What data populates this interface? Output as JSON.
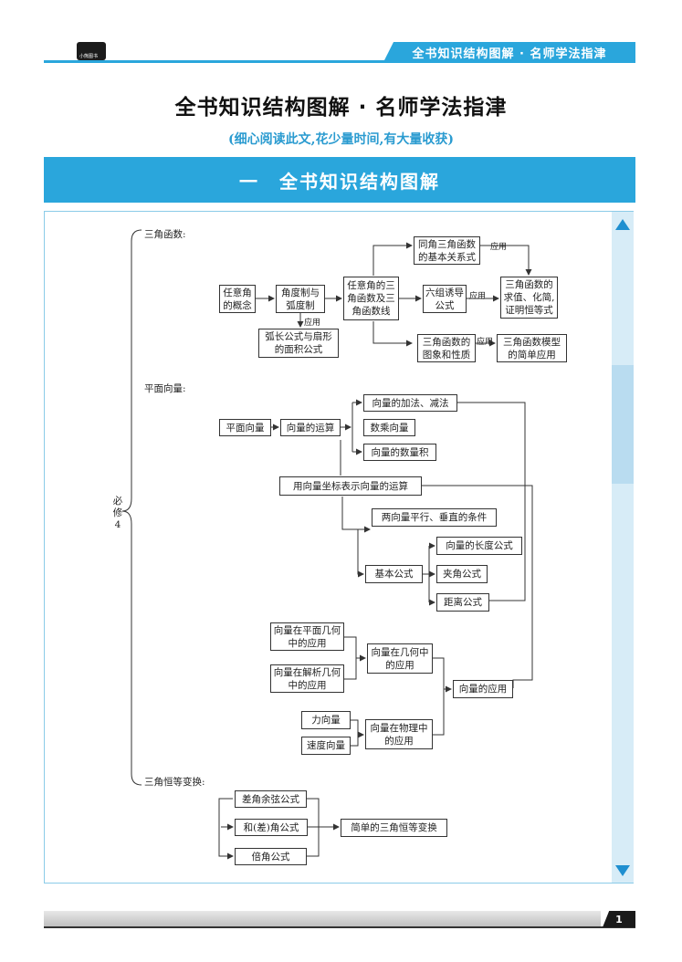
{
  "header": {
    "band_text": "全书知识结构图解 · 名师学法指津",
    "logo_text": "小熊图书"
  },
  "title": "全书知识结构图解 · 名师学法指津",
  "subtitle": "(细心阅读此文,花少量时间,有大量收获)",
  "section_banner": "一　全书知识结构图解",
  "brace_label": "必修4",
  "sections": {
    "trig": "三角函数:",
    "vector": "平面向量:",
    "identity": "三角恒等变换:"
  },
  "trig_nodes": {
    "arbitrary_angle": "任意角的概念",
    "degree_radian": "角度制与弧度制",
    "arc_formula": "弧长公式与扇形的面积公式",
    "trig_def": "任意角的三角函数及三角函数线",
    "same_angle": "同角三角函数的基本关系式",
    "induction": "六组诱导公式",
    "eval": "三角函数的求值、化简,证明恒等式",
    "graph_props": "三角函数的图象和性质",
    "simple_app": "三角函数模型的简单应用"
  },
  "vector_nodes": {
    "plane_vector": "平面向量",
    "vector_ops": "向量的运算",
    "add_sub": "向量的加法、减法",
    "scalar_mul": "数乘向量",
    "dot_product": "向量的数量积",
    "coord_ops": "用向量坐标表示向量的运算",
    "parallel_perp": "两向量平行、垂直的条件",
    "basic_formulas": "基本公式",
    "length_formula": "向量的长度公式",
    "angle_formula": "夹角公式",
    "distance_formula": "距离公式",
    "plane_geo": "向量在平面几何中的应用",
    "analytic_geo": "向量在解析几何中的应用",
    "geo_app": "向量在几何中的应用",
    "force_vector": "力向量",
    "velocity_vector": "速度向量",
    "physics_app": "向量在物理中的应用",
    "vector_app": "向量的应用"
  },
  "identity_nodes": {
    "diff_cos": "差角余弦公式",
    "sum_diff": "和(差)角公式",
    "double_angle": "倍角公式",
    "simple_transform": "简单的三角恒等变换"
  },
  "edge_labels": {
    "apply": "应用"
  },
  "footer": {
    "page_number": "1"
  }
}
